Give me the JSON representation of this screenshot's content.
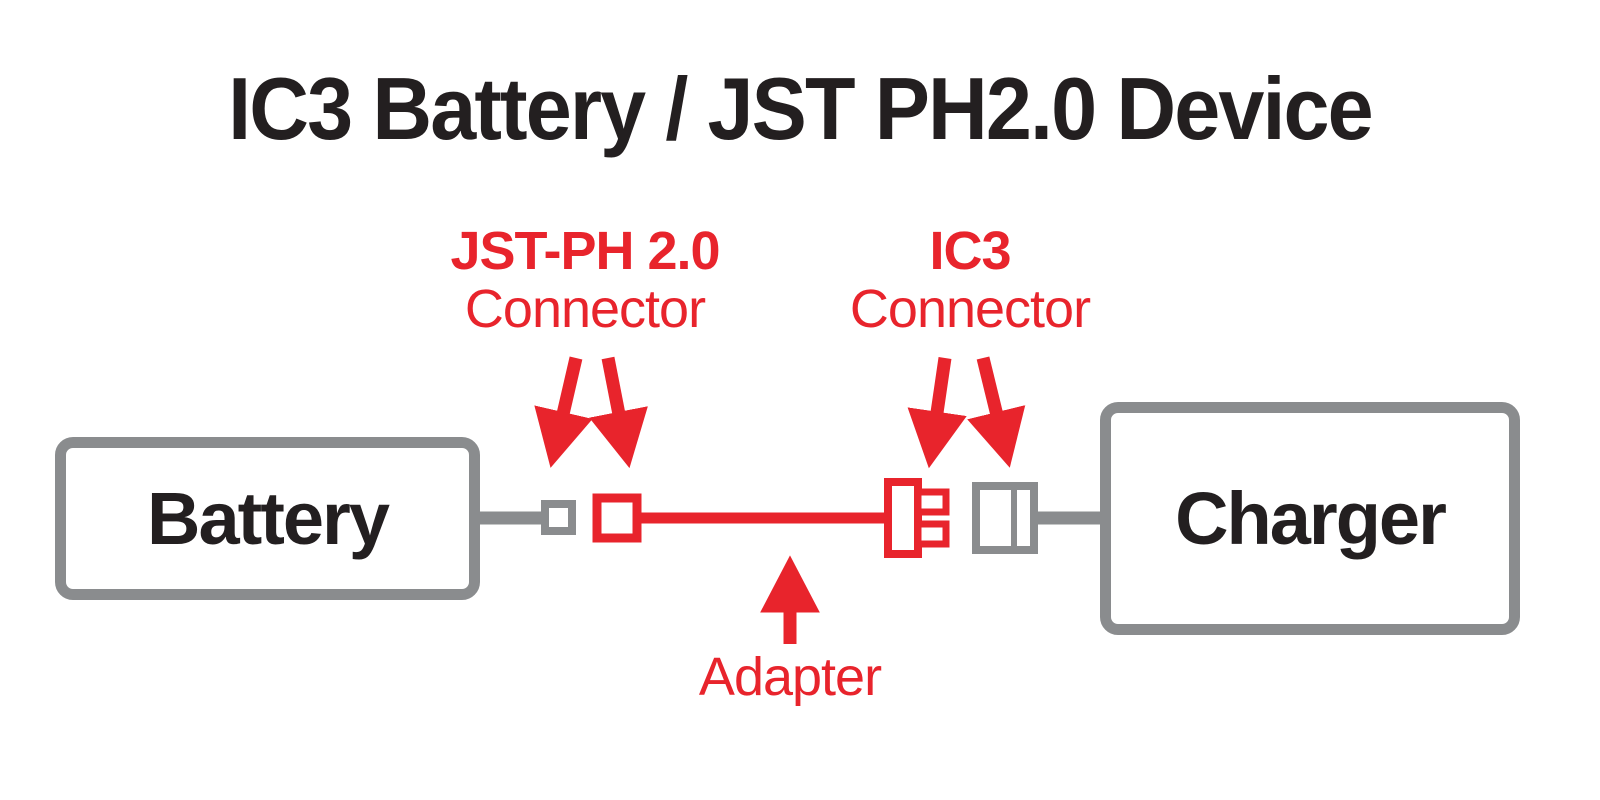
{
  "title": "IC3 Battery / JST PH2.0 Device",
  "labels": {
    "jst": {
      "line1": "JST-PH 2.0",
      "line2": "Connector"
    },
    "ic3": {
      "line1": "IC3",
      "line2": "Connector"
    },
    "adapter": "Adapter"
  },
  "nodes": {
    "battery": "Battery",
    "charger": "Charger"
  },
  "icons": {
    "arrows": [
      "arrow-jst-left",
      "arrow-jst-right",
      "arrow-ic3-left",
      "arrow-ic3-right",
      "arrow-adapter-up"
    ]
  },
  "colors": {
    "accent_red": "#e8242c",
    "connector_gray": "#8a8c8e",
    "text_black": "#231f20",
    "background": "#ffffff"
  }
}
